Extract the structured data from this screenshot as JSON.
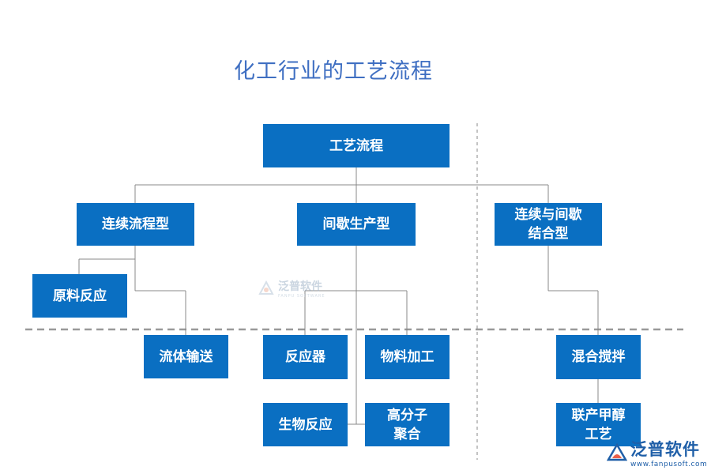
{
  "title": "化工行业的工艺流程",
  "root": "工艺流程",
  "categories": {
    "continuous": "连续流程型",
    "batch": "间歇生产型",
    "combined": "连续与间歇\n结合型"
  },
  "leaves": {
    "raw_reaction": "原料反应",
    "fluid_transport": "流体输送",
    "reactor": "反应器",
    "material_processing": "物料加工",
    "bio_reaction": "生物反应",
    "polymerization": "高分子\n聚合",
    "mixing": "混合搅拌",
    "methanol": "联产甲醇\n工艺"
  },
  "watermark": {
    "center_text": "泛普软件",
    "center_sub": "FANPU SOFTWARE",
    "logo_text": "泛普软件",
    "logo_url": "www.fanpusoft.com"
  },
  "colors": {
    "box": "#0a6fc2",
    "title": "#3f6fc2",
    "line": "#888888",
    "dashed": "#999999"
  }
}
